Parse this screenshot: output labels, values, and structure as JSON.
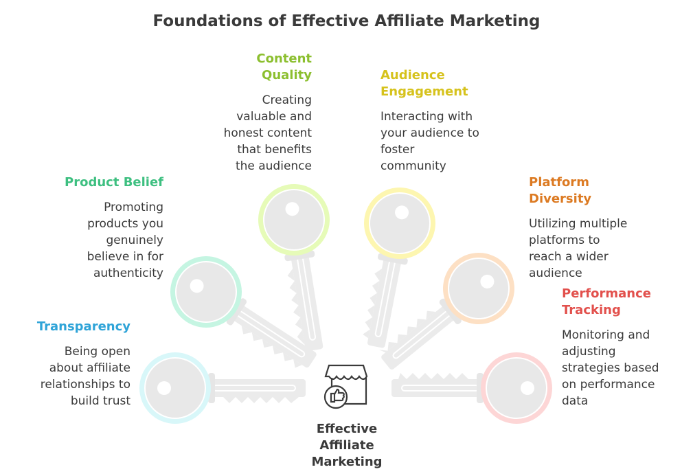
{
  "title": "Foundations of Effective Affiliate Marketing",
  "center": {
    "label": "Effective Affiliate Marketing",
    "lines": [
      "Effective",
      "Affiliate",
      "Marketing"
    ],
    "icon": "storefront-thumbs-up-icon"
  },
  "items": [
    {
      "heading_lines": [
        "Content",
        "Quality"
      ],
      "desc_lines": [
        "Creating",
        "valuable and",
        "honest content",
        "that benefits",
        "the audience"
      ],
      "color": "#8cbf2f"
    },
    {
      "heading_lines": [
        "Audience",
        "Engagement"
      ],
      "desc_lines": [
        "Interacting with",
        "your audience to",
        "foster",
        "community"
      ],
      "color": "#d6c21c"
    },
    {
      "heading_lines": [
        "Product Belief"
      ],
      "desc_lines": [
        "Promoting",
        "products you",
        "genuinely",
        "believe in for",
        "authenticity"
      ],
      "color": "#3dbf80"
    },
    {
      "heading_lines": [
        "Platform",
        "Diversity"
      ],
      "desc_lines": [
        "Utilizing multiple",
        "platforms to",
        "reach a wider",
        "audience"
      ],
      "color": "#dc7a22"
    },
    {
      "heading_lines": [
        "Performance",
        "Tracking"
      ],
      "desc_lines": [
        "Monitoring and",
        "adjusting",
        "strategies based",
        "on performance",
        "data"
      ],
      "color": "#e2504c"
    },
    {
      "heading_lines": [
        "Transparency"
      ],
      "desc_lines": [
        "Being open",
        "about affiliate",
        "relationships to",
        "build trust"
      ],
      "color": "#2fa4d8"
    }
  ],
  "key_colors": [
    "#d8f7f9",
    "#c5f5e2",
    "#e6fbb8",
    "#fdf6b0",
    "#fde0c4",
    "#fdd6d6"
  ]
}
